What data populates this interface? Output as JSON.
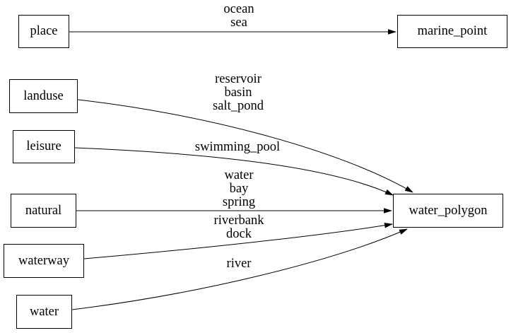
{
  "colors": {
    "background": "#ffffff",
    "line": "#000000",
    "text": "#000000"
  },
  "diagram": {
    "nodes": [
      {
        "id": "place",
        "label": "place"
      },
      {
        "id": "landuse",
        "label": "landuse"
      },
      {
        "id": "leisure",
        "label": "leisure"
      },
      {
        "id": "natural",
        "label": "natural"
      },
      {
        "id": "waterway",
        "label": "waterway"
      },
      {
        "id": "water",
        "label": "water"
      },
      {
        "id": "marine_point",
        "label": "marine_point"
      },
      {
        "id": "water_polygon",
        "label": "water_polygon"
      }
    ],
    "edges": [
      {
        "from": "place",
        "to": "marine_point",
        "label_lines": [
          "ocean",
          "sea"
        ]
      },
      {
        "from": "landuse",
        "to": "water_polygon",
        "label_lines": [
          "reservoir",
          "basin",
          "salt_pond"
        ]
      },
      {
        "from": "leisure",
        "to": "water_polygon",
        "label_lines": [
          "swimming_pool"
        ]
      },
      {
        "from": "natural",
        "to": "water_polygon",
        "label_lines": [
          "water",
          "bay",
          "spring"
        ]
      },
      {
        "from": "waterway",
        "to": "water_polygon",
        "label_lines": [
          "riverbank",
          "dock"
        ]
      },
      {
        "from": "water",
        "to": "water_polygon",
        "label_lines": [
          "river"
        ]
      }
    ]
  }
}
